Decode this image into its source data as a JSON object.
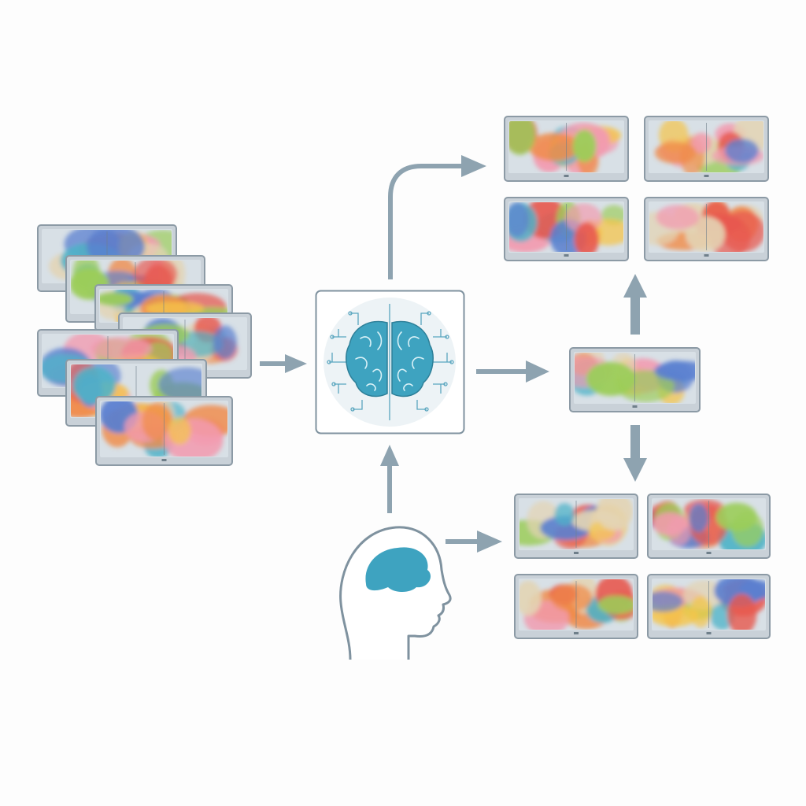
{
  "colors": {
    "background": "#fdfdfd",
    "arrow": "#8ea3b0",
    "frame_outer": "#8c9aa5",
    "frame_fill": "#c9d1d8",
    "screen_bg": "#d8e0e6",
    "brain_accent": "#3ea3c0",
    "box_border": "#7f929f",
    "head_outline": "#7f929f"
  },
  "palette": [
    "#e8594f",
    "#f08c4a",
    "#f5c54a",
    "#9ccd5a",
    "#4fb3c8",
    "#5a7fd0",
    "#f29bb0",
    "#e3d4b4"
  ],
  "nodes": {
    "input_stack": {
      "label": "input-brain-map-stack",
      "count": 7
    },
    "model": {
      "label": "neural-network-brain-model"
    },
    "subject": {
      "label": "human-subject-head"
    },
    "center_output": {
      "label": "center-output-map"
    },
    "top_outputs": {
      "count": 4
    },
    "bottom_outputs": {
      "count": 4
    }
  },
  "edges": [
    {
      "from": "input_stack",
      "to": "model"
    },
    {
      "from": "subject",
      "to": "model"
    },
    {
      "from": "model",
      "to": "top_outputs"
    },
    {
      "from": "model",
      "to": "center_output"
    },
    {
      "from": "center_output",
      "to": "top_outputs"
    },
    {
      "from": "center_output",
      "to": "bottom_outputs"
    },
    {
      "from": "subject",
      "to": "bottom_outputs"
    }
  ]
}
